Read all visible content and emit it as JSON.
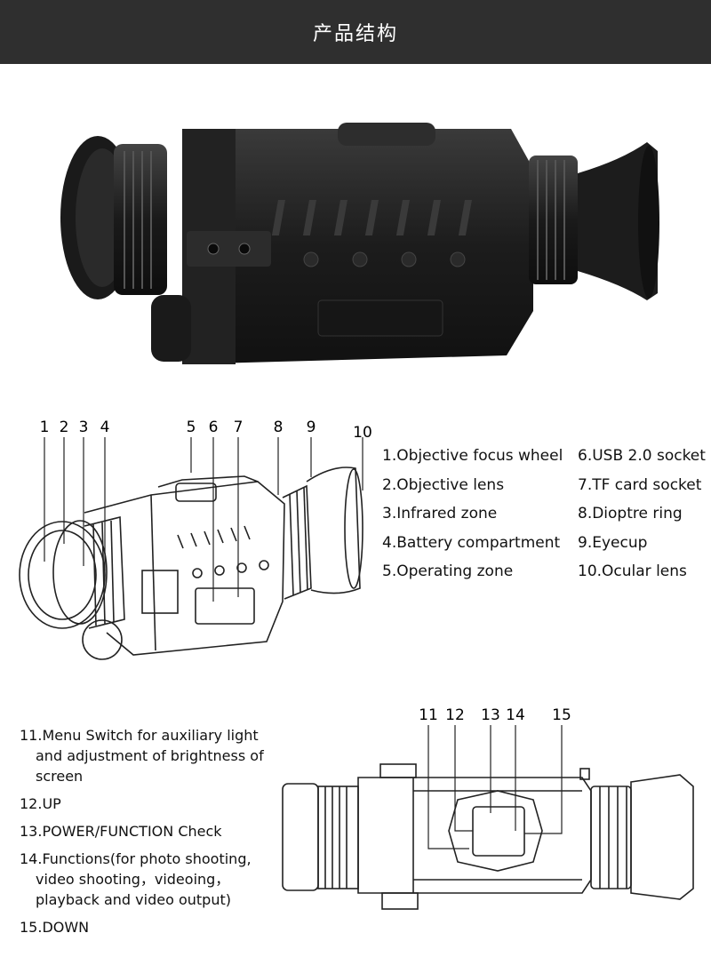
{
  "header": {
    "title": "产品结构"
  },
  "diagram1": {
    "callouts": [
      "1",
      "2",
      "3",
      "4",
      "5",
      "6",
      "7",
      "8",
      "9",
      "10"
    ],
    "legend_left": [
      "1.Objective focus wheel",
      "2.Objective lens",
      "3.Infrared zone",
      "4.Battery compartment",
      "5.Operating zone"
    ],
    "legend_right": [
      "6.USB 2.0 socket",
      "7.TF card socket",
      "8.Dioptre ring",
      "9.Eyecup",
      "10.Ocular lens"
    ]
  },
  "controls": {
    "items": [
      {
        "line1": "11.Menu Switch for auxiliary light",
        "line2": "and adjustment of brightness of",
        "line3": "screen"
      },
      {
        "line1": "12.UP"
      },
      {
        "line1": "13.POWER/FUNCTION Check"
      },
      {
        "line1": "14.Functions(for photo shooting,",
        "line2": "video shooting，videoing，",
        "line3": "playback and video output)"
      },
      {
        "line1": "15.DOWN"
      }
    ]
  },
  "diagram2": {
    "callouts": [
      "11",
      "12",
      "13",
      "14",
      "15"
    ]
  },
  "colors": {
    "header_bg": "#2f2f2f",
    "header_text": "#ffffff",
    "device_body": "#1c1c1c"
  },
  "icons": [
    "monocular-photo",
    "monocular-line-drawing",
    "control-pad-drawing"
  ]
}
